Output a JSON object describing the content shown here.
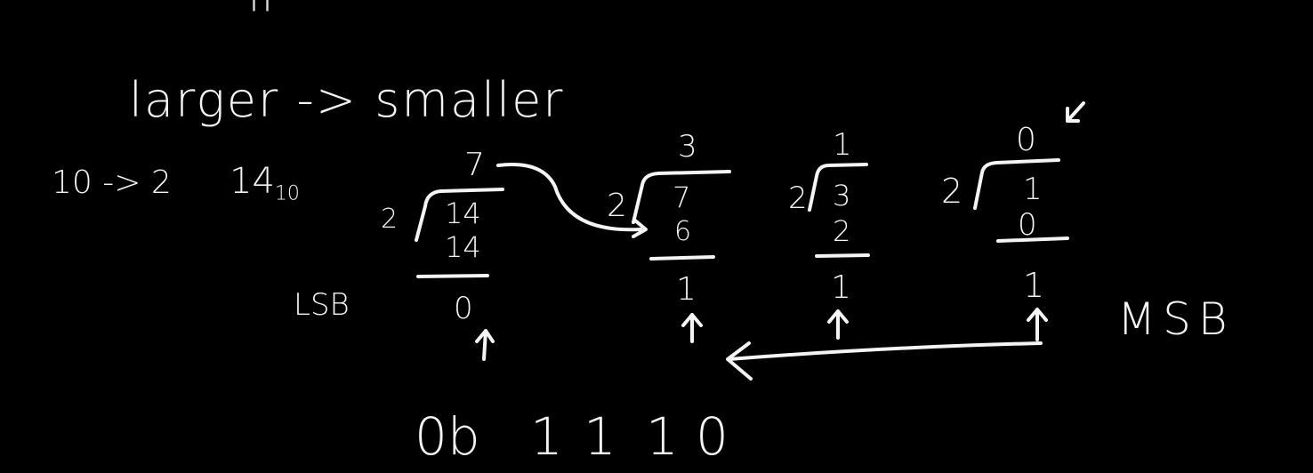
{
  "header": {
    "direction_text": "larger -> smaller",
    "base_change": "10 -> 2",
    "number_main": "14",
    "number_base": "10"
  },
  "labels": {
    "lsb": "LSB",
    "msb": "MSB"
  },
  "divisions": [
    {
      "divisor": "2",
      "dividend": "14",
      "quotient": "7",
      "product": "14",
      "remainder": "0"
    },
    {
      "divisor": "2",
      "dividend": "7",
      "quotient": "3",
      "product": "6",
      "remainder": "1"
    },
    {
      "divisor": "2",
      "dividend": "3",
      "quotient": "1",
      "product": "2",
      "remainder": "1"
    },
    {
      "divisor": "2",
      "dividend": "1",
      "quotient": "0",
      "product": "0",
      "remainder": "1"
    }
  ],
  "result": {
    "prefix": "0b",
    "bits": [
      "1",
      "1",
      "1",
      "0"
    ]
  }
}
